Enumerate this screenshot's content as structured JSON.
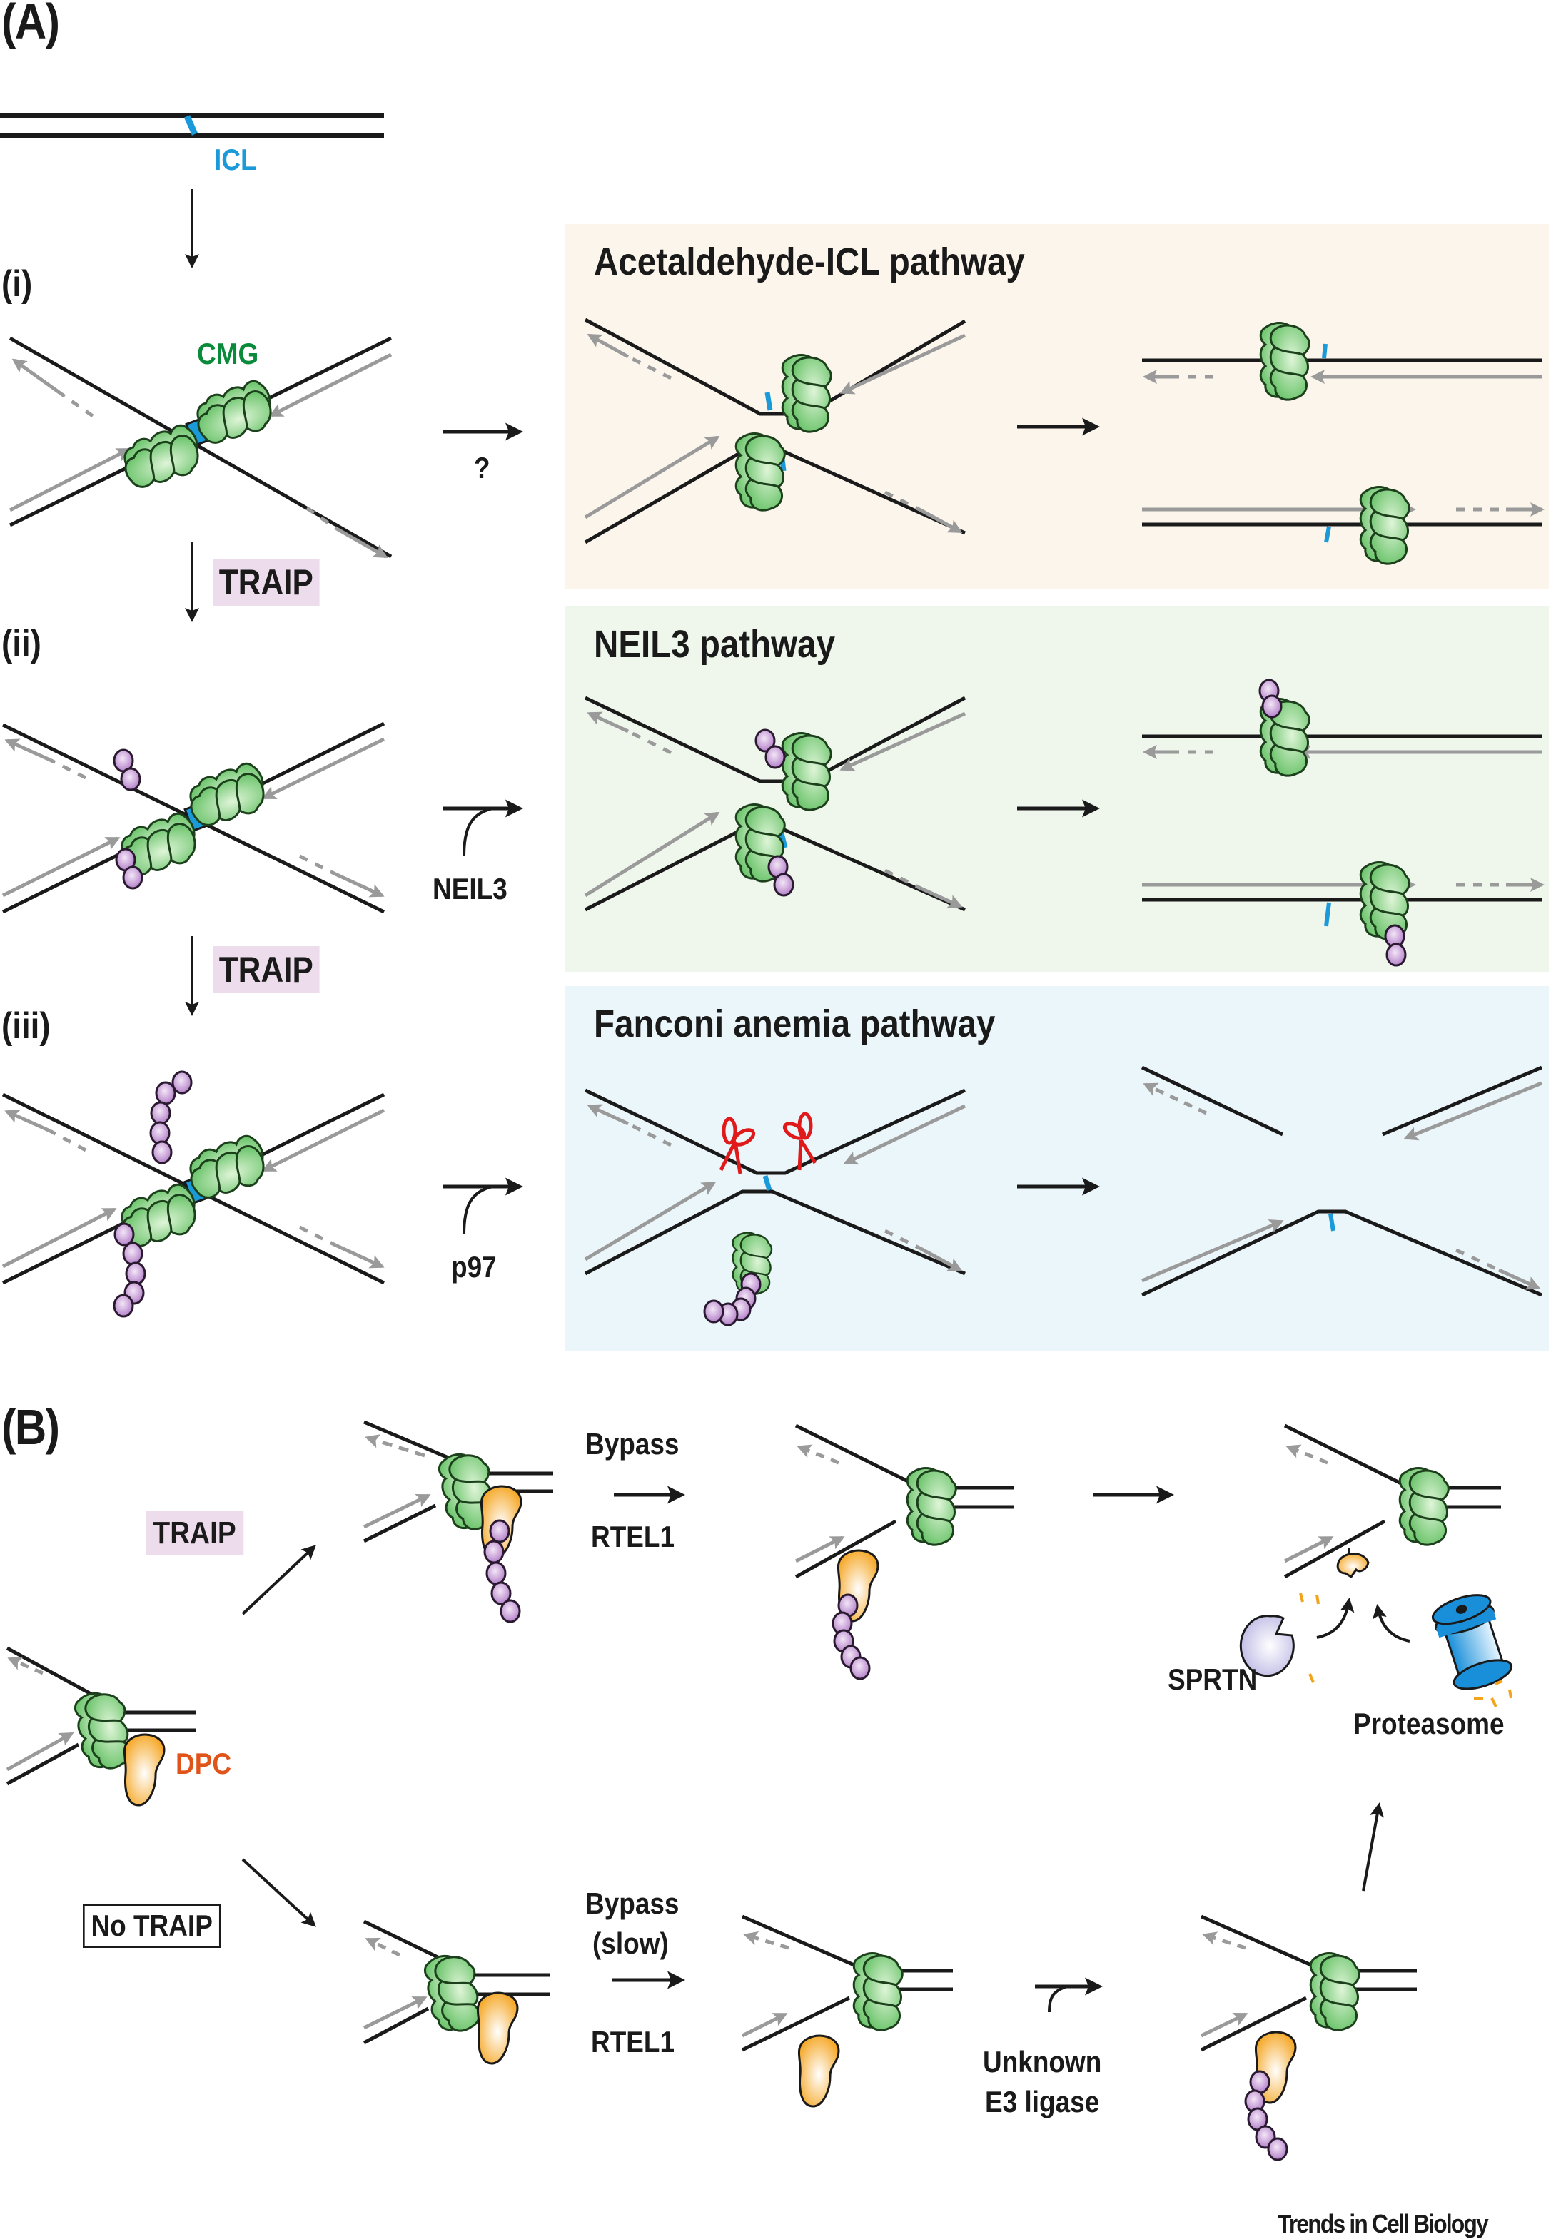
{
  "figure": {
    "panel_a_label": "(A)",
    "panel_b_label": "(B)",
    "journal_credit": "Trends in Cell Biology",
    "colors": {
      "dna_strand": "#1a1a1a",
      "nascent_strand": "#9a9a9a",
      "icl": "#1a9ad9",
      "cmg": "#7fd07f",
      "cmg_outline": "#1f5a1f",
      "ubiquitin": "#c79ad6",
      "dpc": "#f7b23b",
      "sprtn": "#d6d4ee",
      "proteasome": "#1a8fd9",
      "scissors": "#e01a1a",
      "traip_highlight": "#ecdcec",
      "acetaldehyde_box": "#fcf5ec",
      "neil3_box": "#eff7ec",
      "fanconi_box": "#ebf6fb",
      "cmg_label": "#0a8a3a",
      "icl_label": "#1a9ad9",
      "dpc_label": "#e0541a"
    }
  },
  "panel_a": {
    "icl_label": "ICL",
    "steps": [
      {
        "label": "(i)",
        "cmg_label": "CMG"
      },
      {
        "label": "(ii)"
      },
      {
        "label": "(iii)"
      }
    ],
    "traip_label_1": "TRAIP",
    "traip_label_2": "TRAIP",
    "transitions": [
      {
        "factor": "?"
      },
      {
        "factor": "NEIL3"
      },
      {
        "factor": "p97"
      }
    ],
    "pathways": [
      {
        "title": "Acetaldehyde-ICL pathway"
      },
      {
        "title": "NEIL3 pathway"
      },
      {
        "title": "Fanconi anemia pathway"
      }
    ]
  },
  "panel_b": {
    "dpc_label": "DPC",
    "traip_label": "TRAIP",
    "no_traip_label": "No TRAIP",
    "upper": {
      "bypass_label": "Bypass",
      "helicase_label": "RTEL1"
    },
    "lower": {
      "bypass_label_line1": "Bypass",
      "bypass_label_line2": "(slow)",
      "helicase_label": "RTEL1",
      "e3_label_line1": "Unknown",
      "e3_label_line2": "E3 ligase"
    },
    "degradation": {
      "sprtn_label": "SPRTN",
      "proteasome_label": "Proteasome"
    }
  }
}
